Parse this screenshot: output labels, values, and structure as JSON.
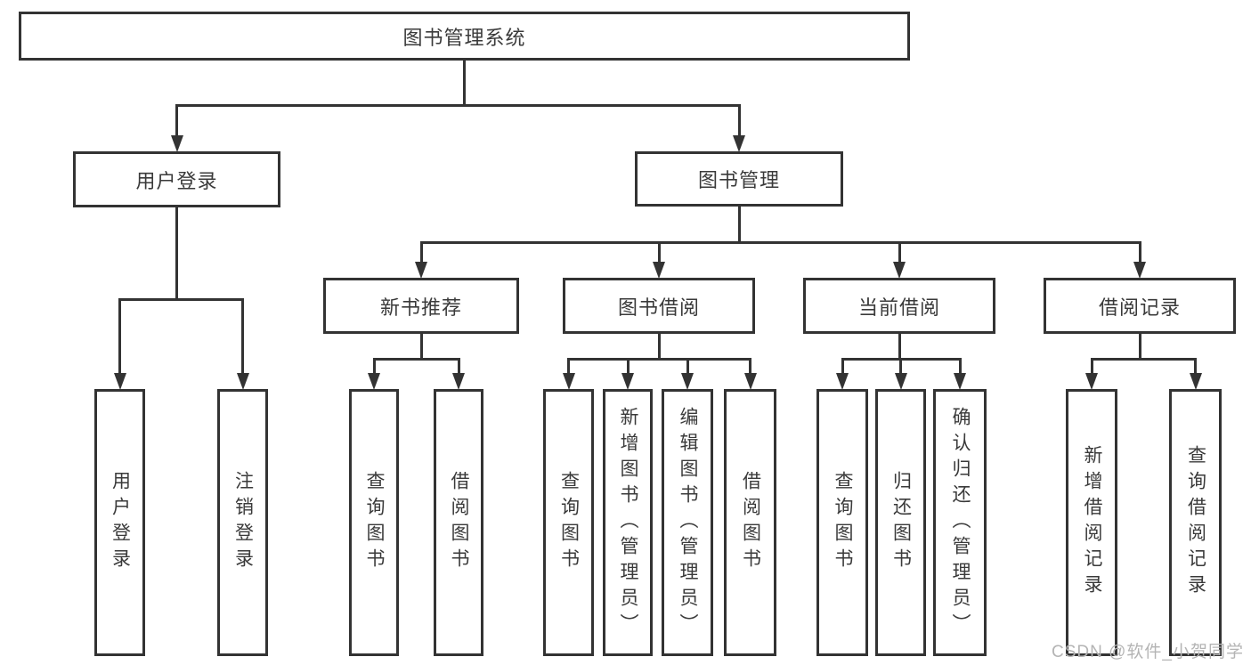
{
  "diagram_title": "图书管理系统",
  "watermark": "CSDN @软件_小贺同学",
  "colors": {
    "line": "#333333",
    "text": "#3a3a3a",
    "background": "#ffffff",
    "watermark": "#b4b4b4"
  },
  "nodes": [
    {
      "id": "root",
      "label": "图书管理系统",
      "parent": null
    },
    {
      "id": "user-login",
      "label": "用户登录",
      "parent": "root"
    },
    {
      "id": "book-manage",
      "label": "图书管理",
      "parent": "root"
    },
    {
      "id": "new-book-recommend",
      "label": "新书推荐",
      "parent": "book-manage"
    },
    {
      "id": "book-borrow",
      "label": "图书借阅",
      "parent": "book-manage"
    },
    {
      "id": "current-borrow",
      "label": "当前借阅",
      "parent": "book-manage"
    },
    {
      "id": "borrow-record",
      "label": "借阅记录",
      "parent": "book-manage"
    },
    {
      "id": "login-leaf",
      "label": "用户登录",
      "parent": "user-login"
    },
    {
      "id": "logout-leaf",
      "label": "注销登录",
      "parent": "user-login"
    },
    {
      "id": "query-book-rec",
      "label": "查询图书",
      "parent": "new-book-recommend"
    },
    {
      "id": "borrow-book-rec",
      "label": "借阅图书",
      "parent": "new-book-recommend"
    },
    {
      "id": "query-book-bor",
      "label": "查询图书",
      "parent": "book-borrow"
    },
    {
      "id": "add-book",
      "label": "新增图书（管理员）",
      "parent": "book-borrow"
    },
    {
      "id": "edit-book",
      "label": "编辑图书（管理员）",
      "parent": "book-borrow"
    },
    {
      "id": "borrow-book",
      "label": "借阅图书",
      "parent": "book-borrow"
    },
    {
      "id": "query-book-cur",
      "label": "查询图书",
      "parent": "current-borrow"
    },
    {
      "id": "return-book",
      "label": "归还图书",
      "parent": "current-borrow"
    },
    {
      "id": "confirm-return",
      "label": "确认归还（管理员）",
      "parent": "current-borrow"
    },
    {
      "id": "add-borrow-record",
      "label": "新增借阅记录",
      "parent": "borrow-record"
    },
    {
      "id": "query-borrow-record",
      "label": "查询借阅记录",
      "parent": "borrow-record"
    }
  ]
}
